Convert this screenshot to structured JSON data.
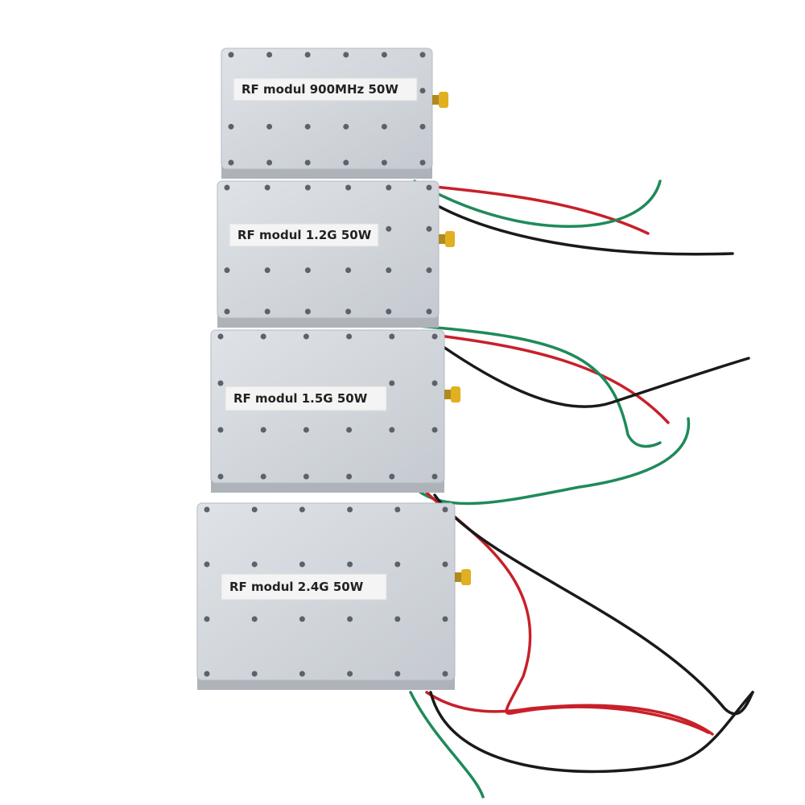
{
  "modules": [
    {
      "label": "RF modul 900MHz 50W"
    },
    {
      "label": "RF modul 1.2G 50W"
    },
    {
      "label": "RF modul 1.5G 50W"
    },
    {
      "label": "RF modul 2.4G 50W"
    }
  ],
  "colors": {
    "body": "#d4d8dd",
    "wire_red": "#c8202a",
    "wire_black": "#1a1a1a",
    "wire_green": "#1f8a5a",
    "connector": "#e0b020"
  }
}
